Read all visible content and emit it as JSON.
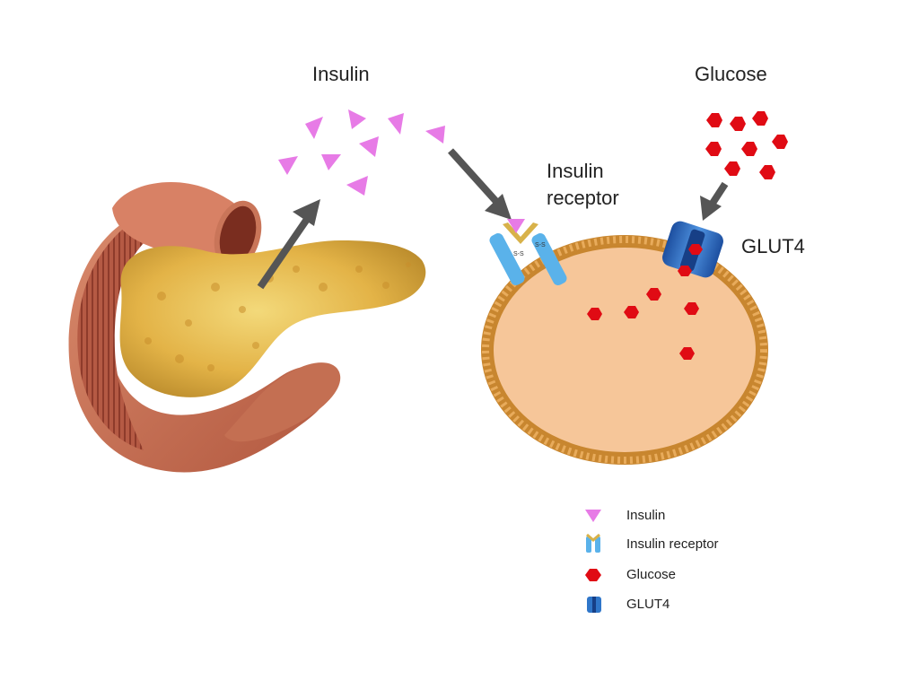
{
  "labels": {
    "insulin": "Insulin",
    "glucose": "Glucose",
    "receptor_line1": "Insulin",
    "receptor_line2": "receptor",
    "glut4": "GLUT4"
  },
  "legend": {
    "items": [
      {
        "label": "Insulin",
        "icon": "insulin-triangle-icon"
      },
      {
        "label": "Insulin receptor",
        "icon": "insulin-receptor-icon"
      },
      {
        "label": "Glucose",
        "icon": "glucose-hexagon-icon"
      },
      {
        "label": "GLUT4",
        "icon": "glut4-transporter-icon"
      }
    ]
  },
  "colors": {
    "insulin": "#e77be6",
    "glucose": "#e00b14",
    "receptor": "#5ab2ea",
    "glut4": "#2f76c9",
    "cell_fill": "#f6c699",
    "membrane": "#c8862f",
    "arrow": "#555555",
    "pancreas": "#e3b347",
    "duodenum": "#c97559"
  }
}
